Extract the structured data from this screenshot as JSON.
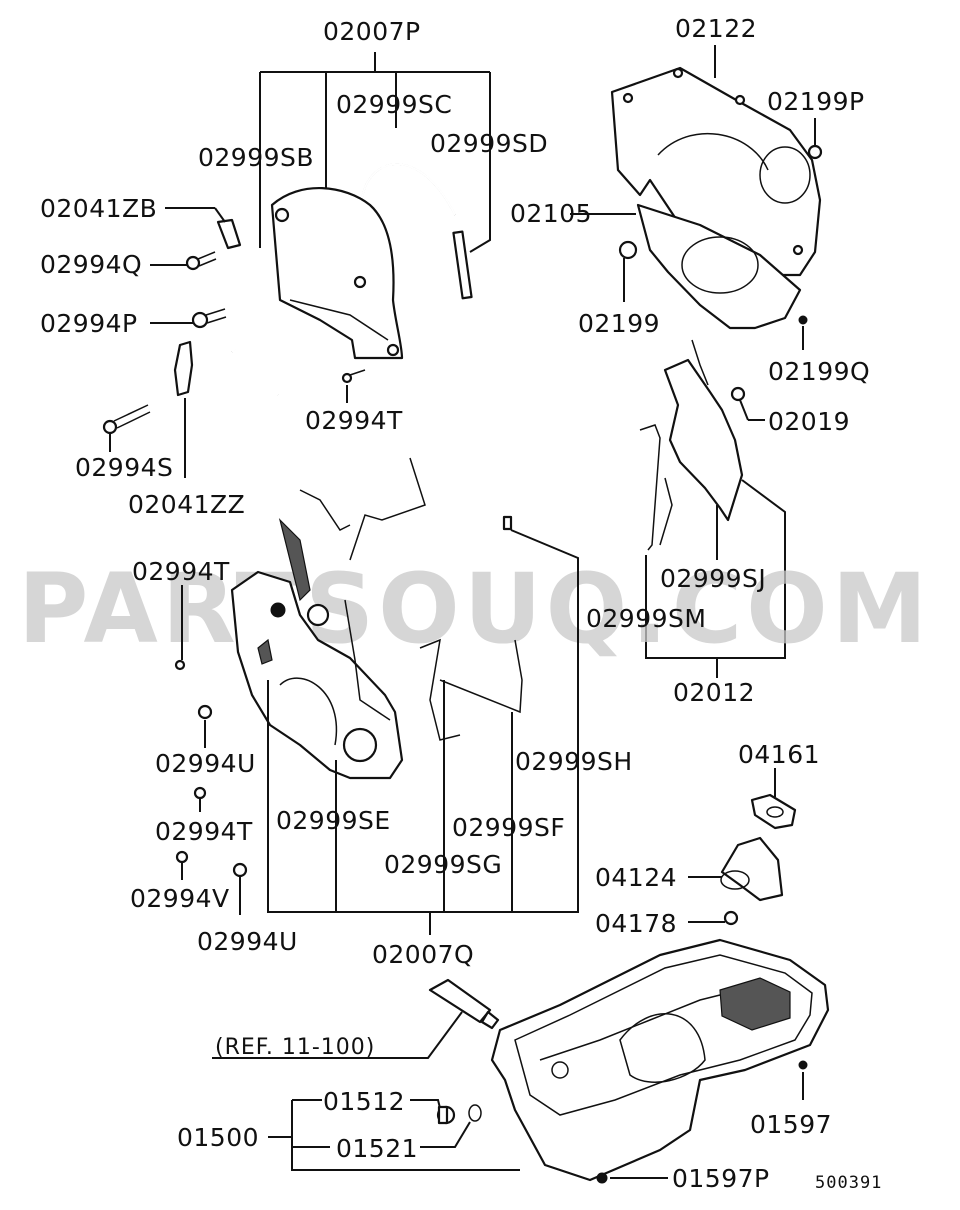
{
  "watermark": "PARTSOUQ.COM",
  "diagram_code": "500391",
  "reference_note": "(REF. 11-100)",
  "labels": {
    "p02007P": "02007P",
    "p02999SC": "02999SC",
    "p02999SD": "02999SD",
    "p02999SB": "02999SB",
    "p02041ZB": "02041ZB",
    "p02994Q": "02994Q",
    "p02994P": "02994P",
    "p02994T_a": "02994T",
    "p02994S": "02994S",
    "p02041ZZ": "02041ZZ",
    "p02122": "02122",
    "p02199P": "02199P",
    "p02105": "02105",
    "p02199": "02199",
    "p02199Q": "02199Q",
    "p02019": "02019",
    "p02999SJ": "02999SJ",
    "p02999SM": "02999SM",
    "p02012": "02012",
    "p02994T_b": "02994T",
    "p02994U_a": "02994U",
    "p02994T_c": "02994T",
    "p02994V": "02994V",
    "p02994U_b": "02994U",
    "p02999SE": "02999SE",
    "p02999SG": "02999SG",
    "p02999SF": "02999SF",
    "p02999SH": "02999SH",
    "p02007Q": "02007Q",
    "p04161": "04161",
    "p04124": "04124",
    "p04178": "04178",
    "p01512": "01512",
    "p01500": "01500",
    "p01521": "01521",
    "p01597": "01597",
    "p01597P": "01597P"
  }
}
